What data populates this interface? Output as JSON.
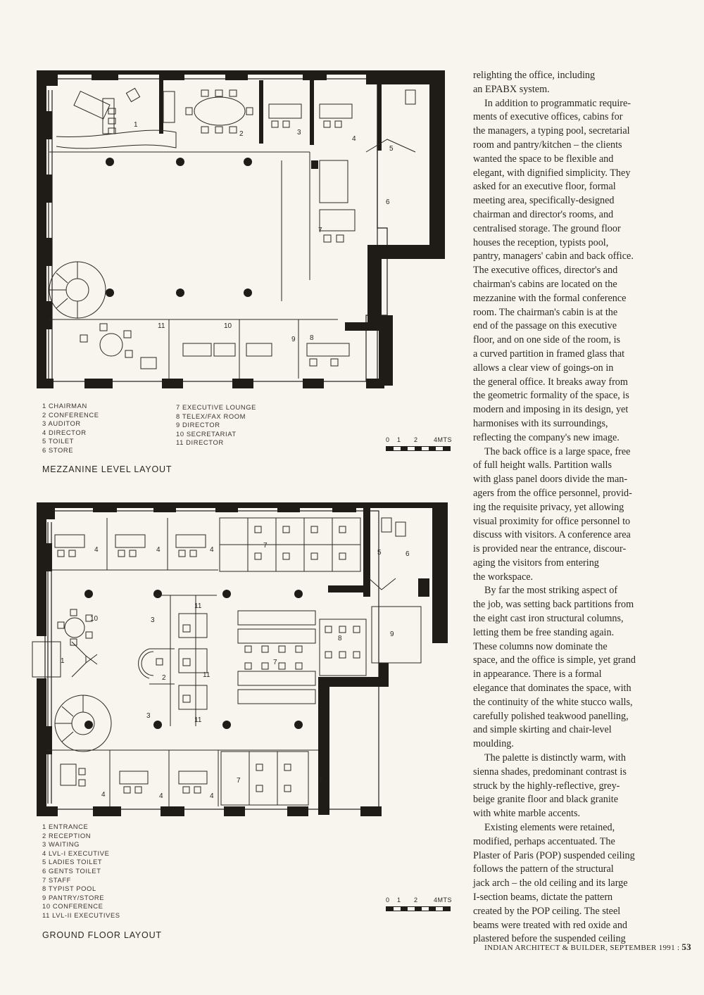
{
  "mezzanine": {
    "title": "MEZZANINE LEVEL LAYOUT",
    "legend_col1": [
      "1 CHAIRMAN",
      "2 CONFERENCE",
      "3 AUDITOR",
      "4 DIRECTOR",
      "5 TOILET",
      "6 STORE"
    ],
    "legend_col2": [
      "7 EXECUTIVE LOUNGE",
      "8 TELEX/FAX ROOM",
      "9 DIRECTOR",
      "10 SECRETARIAT",
      "11 DIRECTOR"
    ],
    "room_numbers": [
      "1",
      "2",
      "3",
      "4",
      "5",
      "6",
      "7",
      "8",
      "9",
      "10",
      "11"
    ]
  },
  "ground": {
    "title": "GROUND FLOOR LAYOUT",
    "legend": [
      "1 ENTRANCE",
      "2 RECEPTION",
      "3 WAITING",
      "4 LVL-I EXECUTIVE",
      "5 LADIES TOILET",
      "6 GENTS TOILET",
      "7 STAFF",
      "8 TYPIST POOL",
      "9 PANTRY/STORE",
      "10 CONFERENCE",
      "11 LVL-II EXECUTIVES"
    ],
    "room_numbers": [
      "4",
      "4",
      "4",
      "7",
      "5",
      "6",
      "3",
      "11",
      "10",
      "8",
      "9",
      "1",
      "2",
      "7",
      "11",
      "3",
      "11",
      "4",
      "4",
      "4",
      "7",
      "7"
    ]
  },
  "scale": {
    "ticks": [
      "0",
      "1",
      "2",
      "4MTS"
    ]
  },
  "article": {
    "paragraphs": [
      "relighting the office, including\nan EPABX system.",
      "In addition to programmatic require-\nments of executive offices, cabins for\nthe managers, a typing pool, secretarial\nroom and pantry/kitchen – the clients\nwanted the space to be flexible and\nelegant, with dignified simplicity. They\nasked for an executive floor, formal\nmeeting area, specifically-designed\nchairman and director's rooms, and\ncentralised storage. The ground floor\nhouses the reception, typists pool,\npantry, managers' cabin and back office.\nThe executive offices, director's and\nchairman's cabins are located on the\nmezzanine with the formal conference\nroom. The chairman's cabin is at the\nend of the passage on this executive\nfloor, and on one side of the room, is\na curved partition in framed glass that\nallows a clear view of goings-on in\nthe general office. It breaks away from\nthe geometric formality of the space, is\nmodern and imposing in its design, yet\nharmonises with its surroundings,\nreflecting the company's new image.",
      "The back office is a large space, free\nof full height walls. Partition walls\nwith glass panel doors divide the man-\nagers from the office personnel, provid-\ning the requisite privacy, yet allowing\nvisual proximity for office personnel to\ndiscuss with visitors. A conference area\nis provided near the entrance, discour-\naging the visitors from entering\nthe workspace.",
      "By far the most striking aspect of\nthe job, was setting back partitions from\nthe eight cast iron structural columns,\nletting them be free standing again.\nThese columns now dominate the\nspace, and the office is simple, yet grand\nin appearance. There is a formal\nelegance that dominates the space, with\nthe continuity of the white stucco walls,\ncarefully polished teakwood panelling,\nand simple skirting and chair-level\nmoulding.",
      "The palette is distinctly warm, with\nsienna shades, predominant contrast is\nstruck by the highly-reflective, grey-\nbeige granite floor and black granite\nwith white marble accents.",
      "Existing elements were retained,\nmodified, perhaps accentuated. The\nPlaster of Paris (POP) suspended ceiling\nfollows the pattern of the structural\njack arch – the old ceiling and its large\nI-section beams, dictate the pattern\ncreated by the POP ceiling. The steel\nbeams were treated with red oxide and\nplastered before the suspended ceiling"
    ]
  },
  "footer": {
    "publication": "INDIAN ARCHITECT & BUILDER, SEPTEMBER 1991 :",
    "page_number": "53"
  },
  "colors": {
    "paper": "#f8f5ee",
    "ink": "#1f1c18",
    "text": "#2b2721"
  }
}
